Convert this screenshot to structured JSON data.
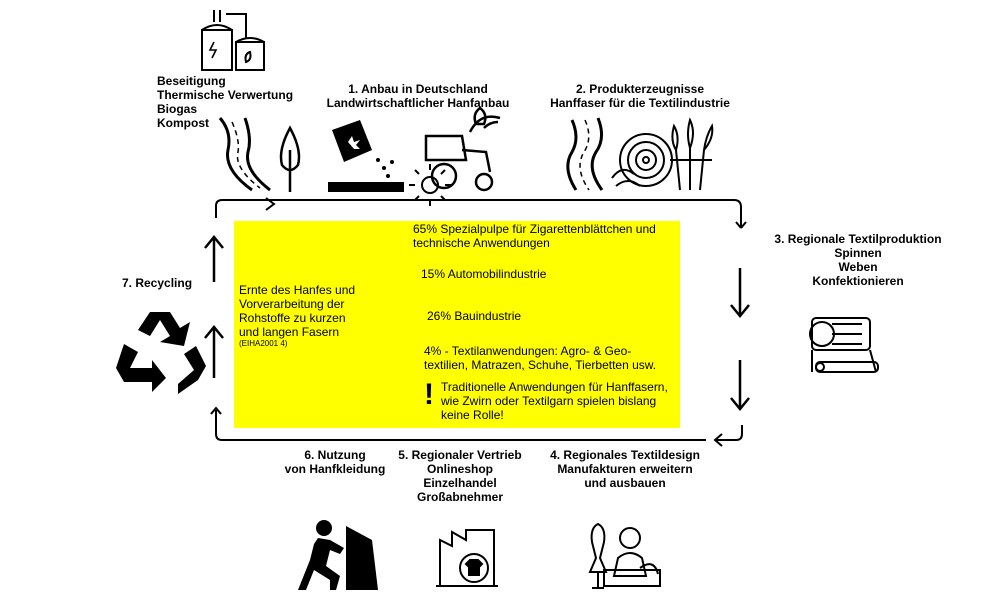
{
  "steps": {
    "disposal": [
      "Beseitigung",
      "Thermische Verwertung",
      "Biogas",
      "Kompost"
    ],
    "step1": [
      "1. Anbau in Deutschland",
      "Landwirtschaftlicher Hanfanbau"
    ],
    "step2": [
      "2. Produkterzeugnisse",
      "Hanffaser für die Textilindustrie"
    ],
    "step3": [
      "3. Regionale Textilproduktion",
      "Spinnen",
      "Weben",
      "Konfektionieren"
    ],
    "step4": [
      "4. Regionales Textildesign",
      "Manufakturen erweitern",
      "und ausbauen"
    ],
    "step5": [
      "5. Regionaler Vertrieb",
      "Onlineshop",
      "Einzelhandel",
      "Großabnehmer"
    ],
    "step6": [
      "6. Nutzung",
      "von Hanfkleidung"
    ],
    "step7": "7. Recycling"
  },
  "center_box": {
    "harvest": [
      "Ernte des Hanfes und",
      "Vorverarbeitung der",
      "Rohstoffe zu  kurzen",
      "und langen Fasern"
    ],
    "source": "(EIHA2001 4)",
    "uses": [
      [
        "65% Spezialpulpe für Zigarettenblättchen und",
        "technische Anwendungen"
      ],
      [
        "15% Automobilindustrie"
      ],
      [
        "26% Bauindustrie"
      ],
      [
        "4% - Textilanwendungen: Agro- & Geo-",
        "textilien, Matrazen, Schuhe, Tierbetten usw."
      ]
    ],
    "note_mark": "!",
    "note": [
      "Traditionelle Anwendungen für Hanffasern,",
      "wie Zwirn oder Textilgarn spielen bislang",
      "keine Rolle!"
    ]
  },
  "icons": [
    "biogas-plant-icon",
    "road-icon",
    "tree-icon",
    "seed-bag-icon",
    "tractor-icon",
    "sun-icon",
    "road-icon",
    "hay-bale-icon",
    "wheat-icon",
    "spinning-machine-icon",
    "designer-icon",
    "shop-icon",
    "climber-icon",
    "recycling-icon"
  ],
  "colors": {
    "highlight": "#ffff00",
    "ink": "#000000"
  }
}
